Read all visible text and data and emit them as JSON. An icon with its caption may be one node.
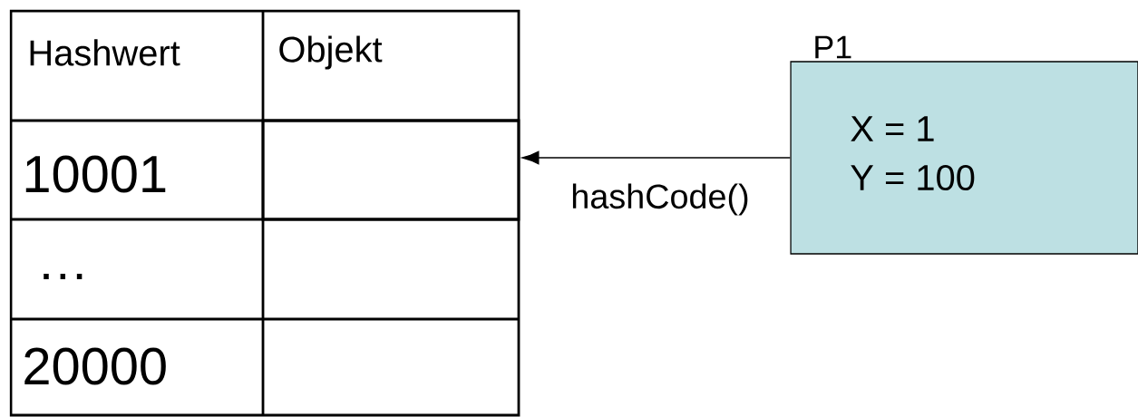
{
  "diagram": {
    "nodes": [
      {
        "text": [],
        "shape": "box"
      },
      {
        "text": [
          "P1",
          "X = 1",
          "Y = 100"
        ]
      }
    ],
    "edges": [
      {
        "from": 1,
        "to": 0,
        "arrow": "to",
        "label": "hashCode()"
      }
    ],
    "labels": [
      "Hashwert",
      "Objekt",
      "10001",
      "…",
      "20000"
    ]
  }
}
